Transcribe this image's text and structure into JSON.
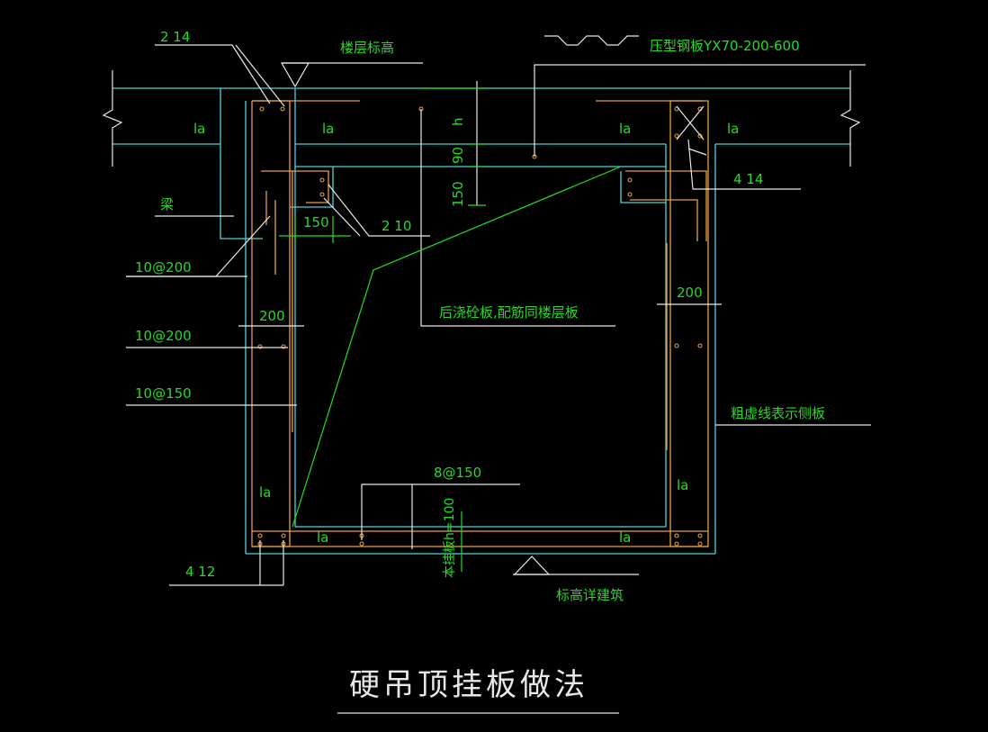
{
  "labels": {
    "bar_2_14": "2 14",
    "floor_elev": "楼层标高",
    "deck": "压型钢板YX70-200-600",
    "la": "la",
    "h": "h",
    "d90": "90",
    "d150v": "150",
    "d150h": "150",
    "bar_2_10": "2 10",
    "beam": "梁",
    "bar_4_14": "4 14",
    "r10_200a": "10@200",
    "r10_200b": "10@200",
    "r10_150": "10@150",
    "w200_left": "200",
    "w200_right": "200",
    "later_slab": "后浇砼板,配筋同楼层板",
    "dashed_note": "粗虚线表示侧板",
    "r8_150": "8@150",
    "bottom_h": "本挂板h=100",
    "bar_4_12": "4 12",
    "elev_arch": "标高详建筑"
  },
  "title": "硬吊顶挂板做法"
}
